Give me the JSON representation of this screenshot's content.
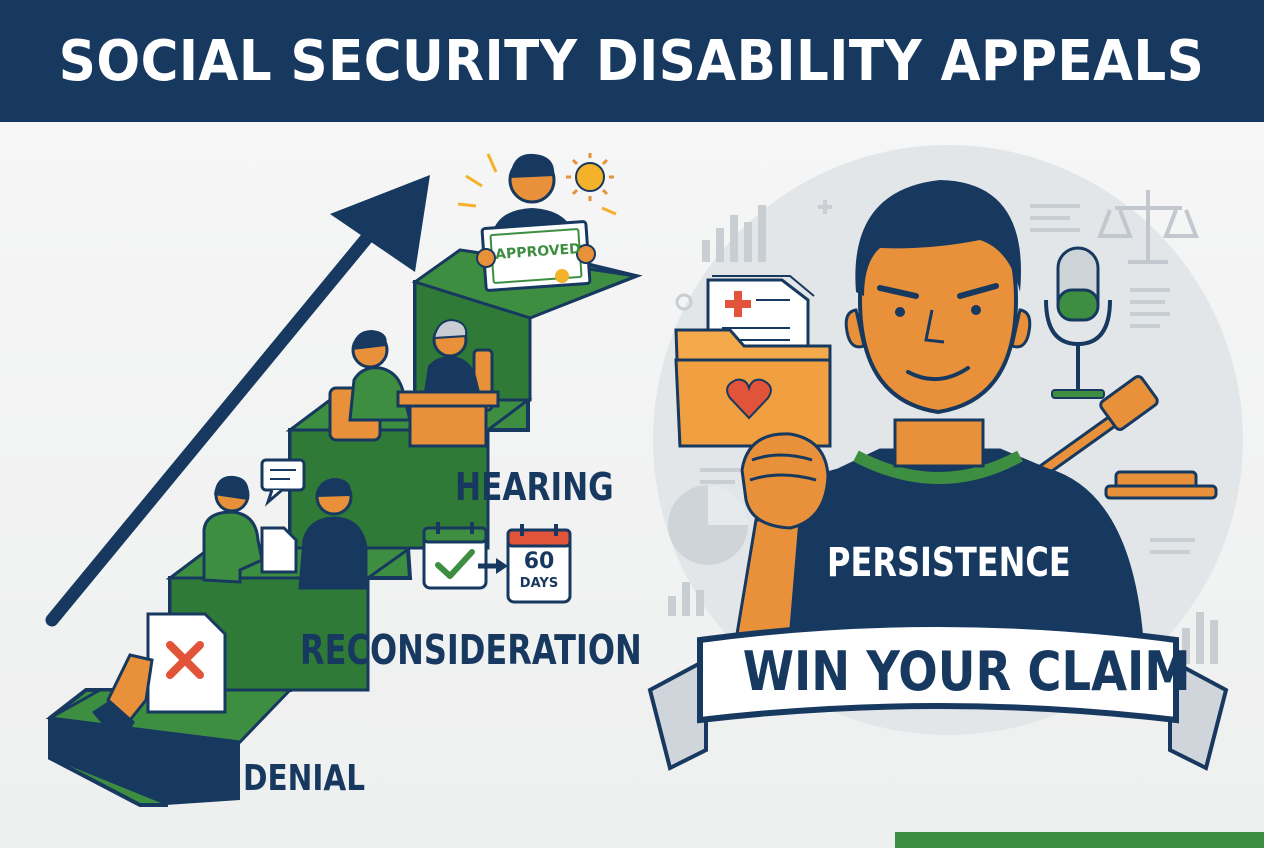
{
  "header": {
    "title": "SOCIAL SECURITY DISABILITY APPEALS"
  },
  "steps": {
    "denial": "DENIAL",
    "reconsideration": "RECONSIDERATION",
    "hearing": "HEARING"
  },
  "calendar": {
    "number": "60",
    "unit": "DAYS"
  },
  "certificate": {
    "label": "APPROVED"
  },
  "shirt": {
    "text": "PERSISTENCE"
  },
  "banner": {
    "text": "WIN YOUR CLAIM"
  },
  "colors": {
    "navy": "#173960",
    "green": "#3e8e41",
    "orange": "#e8913a",
    "red": "#e2543a"
  }
}
